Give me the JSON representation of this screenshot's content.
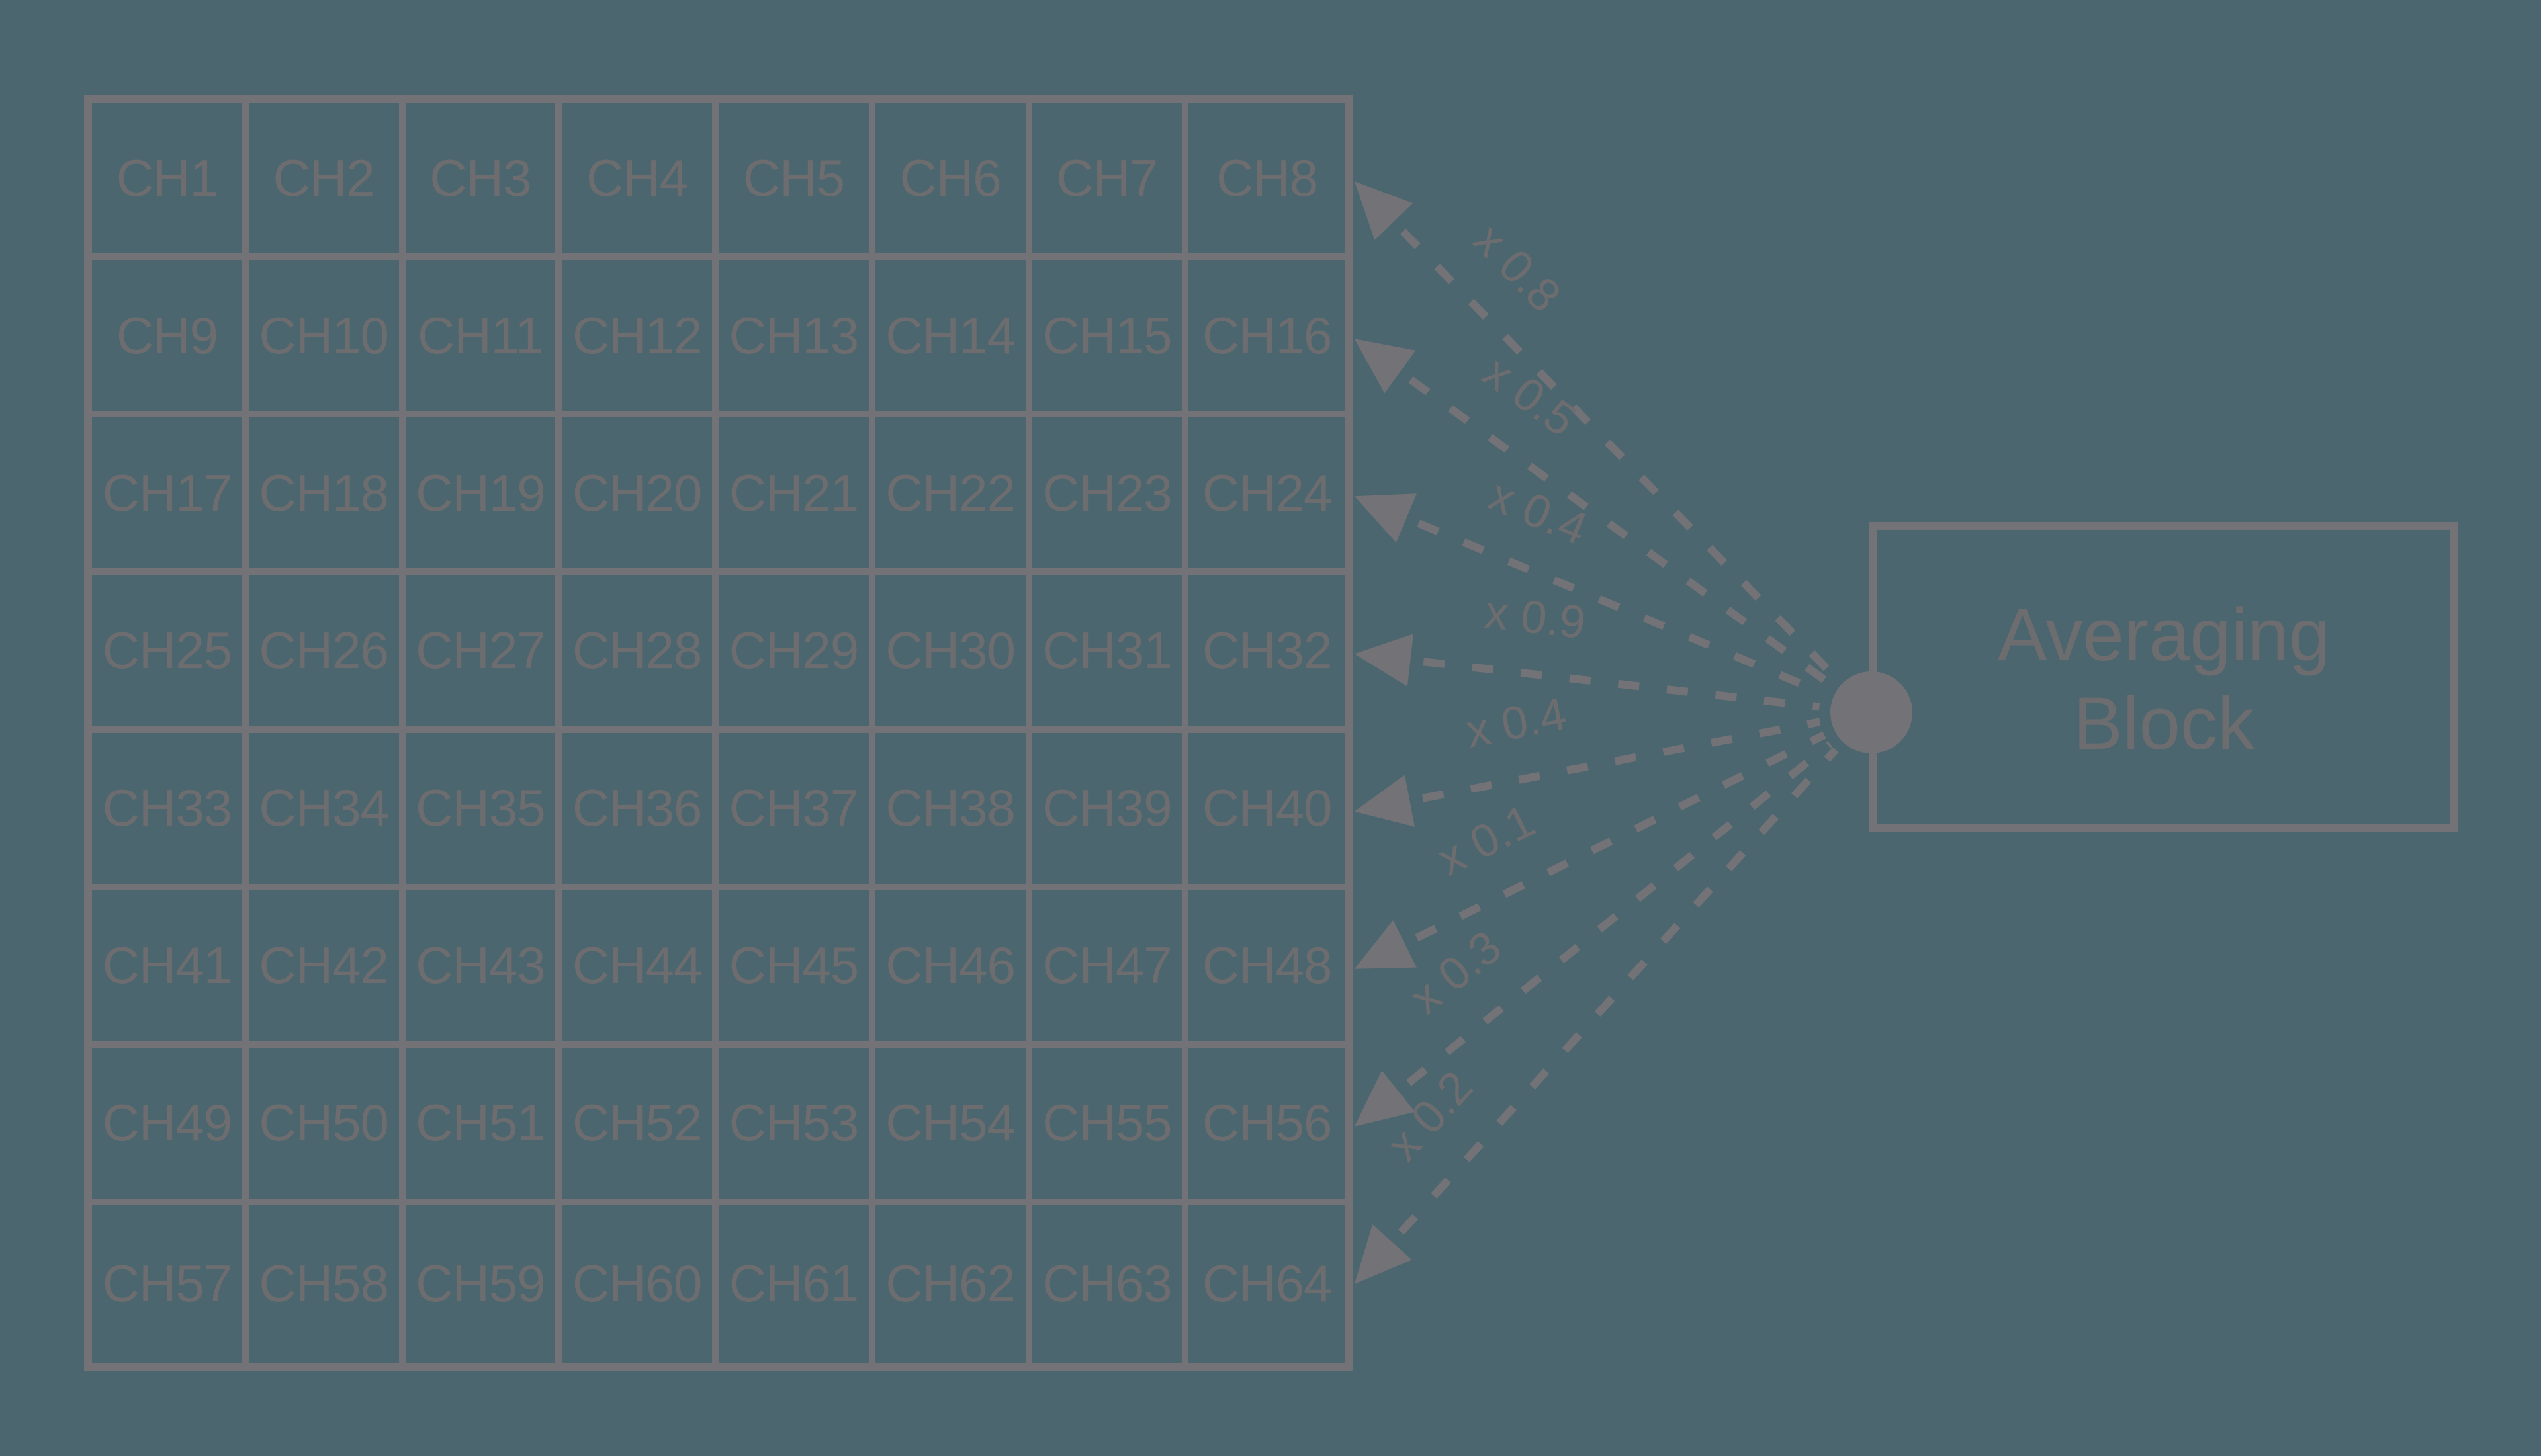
{
  "colors": {
    "background": "#4b666e",
    "line": "#737377",
    "text": "#6d6d70"
  },
  "grid": {
    "rows": 8,
    "cols": 8,
    "channels": [
      "CH1",
      "CH2",
      "CH3",
      "CH4",
      "CH5",
      "CH6",
      "CH7",
      "CH8",
      "CH9",
      "CH10",
      "CH11",
      "CH12",
      "CH13",
      "CH14",
      "CH15",
      "CH16",
      "CH17",
      "CH18",
      "CH19",
      "CH20",
      "CH21",
      "CH22",
      "CH23",
      "CH24",
      "CH25",
      "CH26",
      "CH27",
      "CH28",
      "CH29",
      "CH30",
      "CH31",
      "CH32",
      "CH33",
      "CH34",
      "CH35",
      "CH36",
      "CH37",
      "CH38",
      "CH39",
      "CH40",
      "CH41",
      "CH42",
      "CH43",
      "CH44",
      "CH45",
      "CH46",
      "CH47",
      "CH48",
      "CH49",
      "CH50",
      "CH51",
      "CH52",
      "CH53",
      "CH54",
      "CH55",
      "CH56",
      "CH57",
      "CH58",
      "CH59",
      "CH60",
      "CH61",
      "CH62",
      "CH63",
      "CH64"
    ]
  },
  "arrows": {
    "multipliers": [
      "x 0.8",
      "x 0.5",
      "x 0.4",
      "x 0.9",
      "x 0.4",
      "x 0.1",
      "x 0.3",
      "x 0.2"
    ]
  },
  "averaging_block": {
    "label": "Averaging Block",
    "lines": [
      "Averaging",
      "Block"
    ]
  }
}
